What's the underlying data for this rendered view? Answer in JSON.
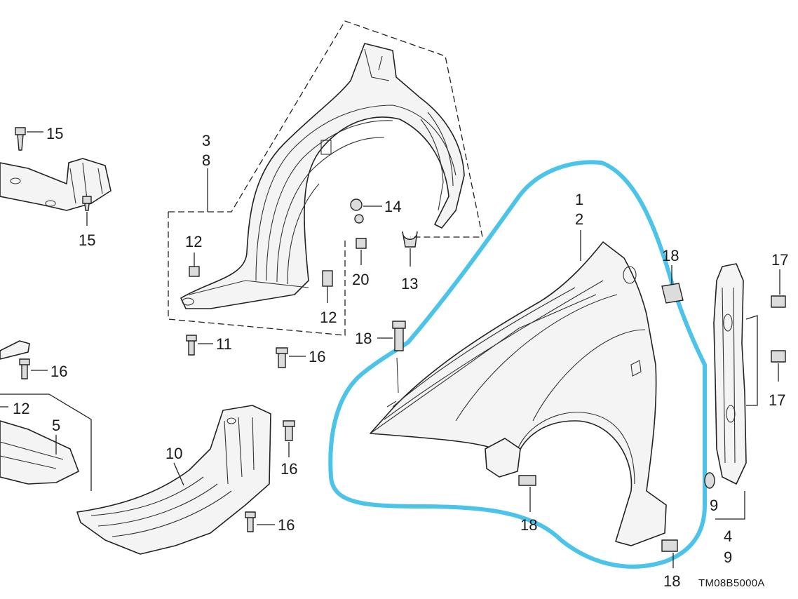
{
  "labels": {
    "fender_a": "1",
    "fender_b": "2",
    "liner_a": "3",
    "liner_b": "8",
    "bracket_a": "4",
    "bracket_b": "9",
    "bracket_c": "9",
    "splash_guard": "5",
    "under_cover": "10",
    "bolt_11": "11",
    "clip_12_a": "12",
    "clip_12_b": "12",
    "clip_12_c": "12",
    "nut_13": "13",
    "nut_14": "14",
    "screw_15_a": "15",
    "screw_15_b": "15",
    "clip_16_a": "16",
    "clip_16_b": "16",
    "clip_16_c": "16",
    "clip_16_d": "16",
    "nut_17_a": "17",
    "nut_17_b": "17",
    "bolt_18_a": "18",
    "bolt_18_b": "18",
    "bolt_18_c": "18",
    "bolt_18_d": "18",
    "nut_20": "20"
  },
  "diagram_code": "TM08B5000A",
  "colors": {
    "highlight": "#4cc3e8",
    "line": "#222222",
    "part_fill": "#f4f4f4"
  }
}
